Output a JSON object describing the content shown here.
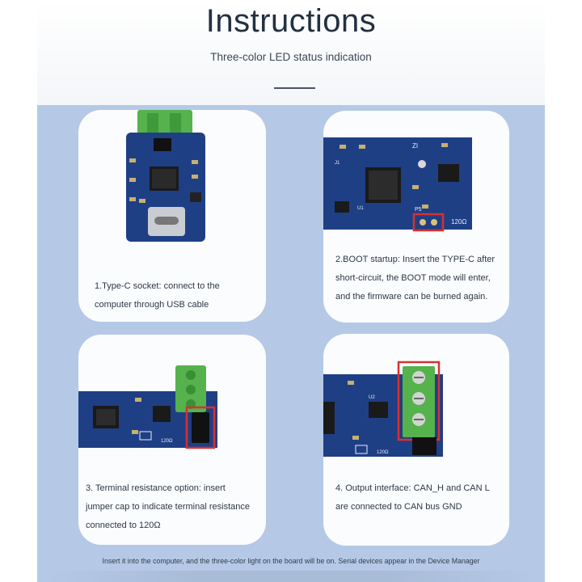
{
  "header": {
    "title": "Instructions",
    "subtitle": "Three-color LED status indication"
  },
  "cards": [
    {
      "lines": [
        "1.Type-C socket: connect to the",
        "computer through USB cable"
      ]
    },
    {
      "lines": [
        "2.BOOT startup: Insert the TYPE-C after",
        "short-circuit, the BOOT mode will enter,",
        "and the firmware can be burned again."
      ],
      "board_labels": [
        "P5",
        "120Ω",
        "ZI",
        "U1",
        "J1"
      ]
    },
    {
      "lines": [
        "3. Terminal resistance option: insert",
        "jumper cap to indicate terminal resistance",
        "connected to 120Ω"
      ],
      "board_labels": [
        "120Ω"
      ]
    },
    {
      "lines": [
        "4. Output interface: CAN_H and CAN L",
        "are connected to CAN bus GND"
      ],
      "board_labels": [
        "120Ω",
        "U2"
      ]
    }
  ],
  "footer": {
    "text": "Insert it into the computer, and the three-color light on the board will be on. Serial devices appear in the Device Manager"
  },
  "colors": {
    "background": "#b5c9e6",
    "card": "#fbfcfe",
    "pcb": "#1f3f85",
    "terminal_green": "#4fae4a",
    "highlight_red": "#d93030"
  }
}
